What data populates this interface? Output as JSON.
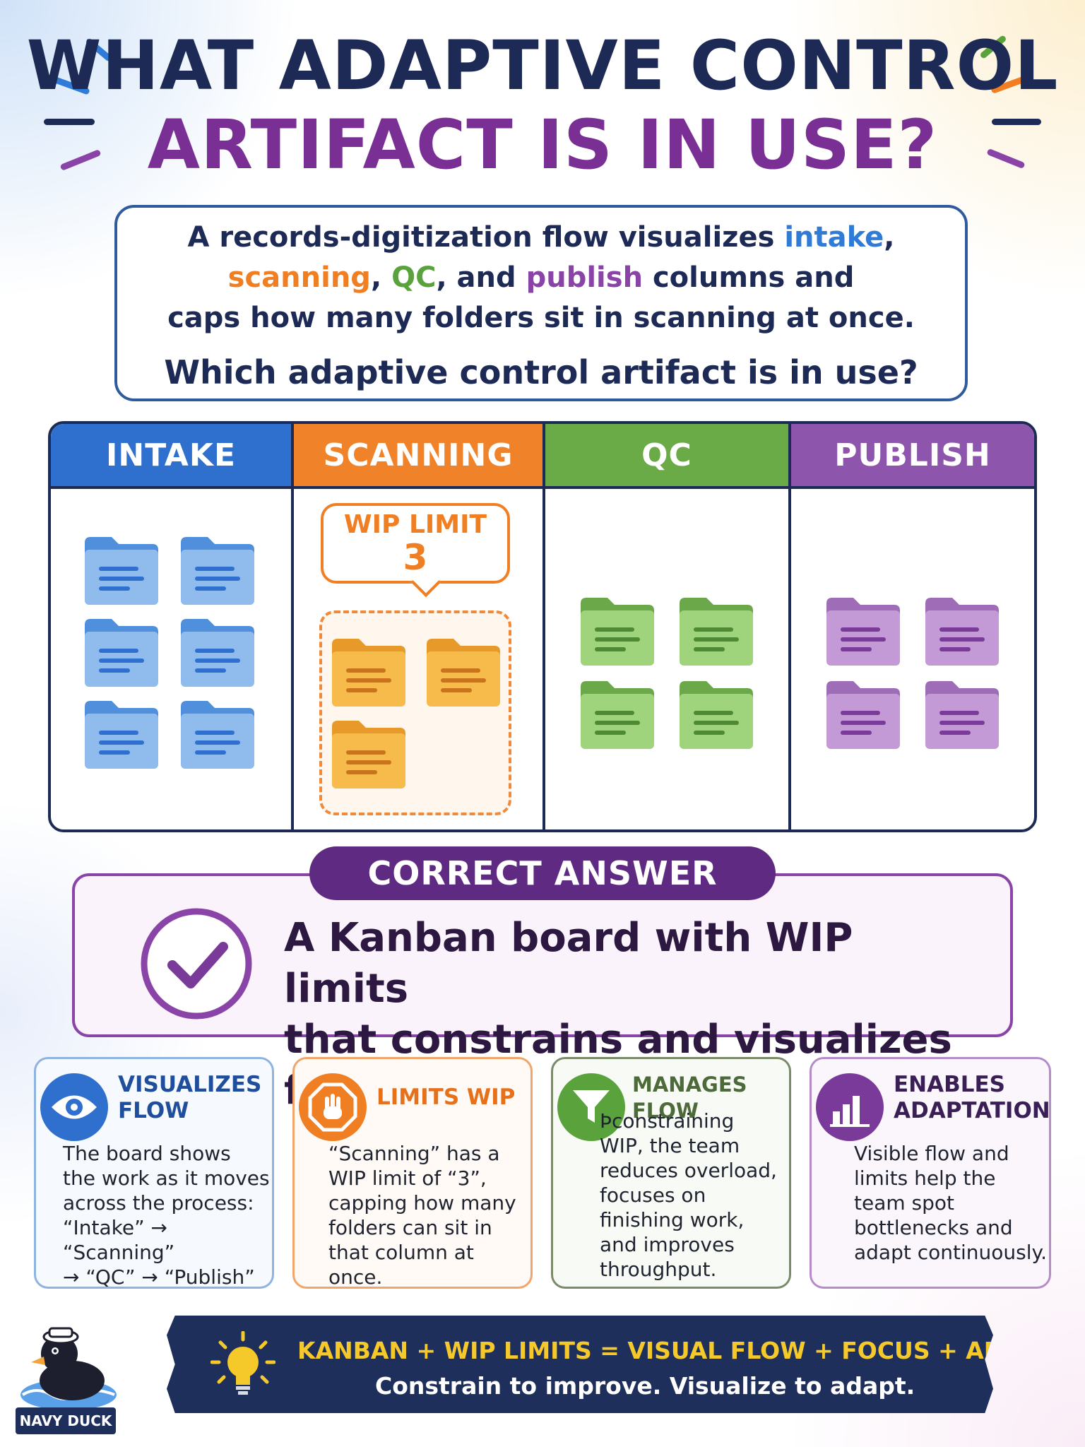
{
  "title": {
    "line1": "WHAT ADAPTIVE CONTROL",
    "line2": "ARTIFACT IS IN USE?"
  },
  "question": {
    "l1_a": "A records-digitization flow visualizes ",
    "l1_b": "intake",
    "l1_c": ",",
    "l2_a": "scanning",
    "l2_b": ", ",
    "l2_c": "QC",
    "l2_d": ", and ",
    "l2_e": "publish",
    "l2_f": " columns and",
    "l3": "caps how many folders sit in scanning at once.",
    "ask": "Which adaptive control artifact is in use?"
  },
  "board": {
    "columns": [
      {
        "label": "INTAKE",
        "folders": 6
      },
      {
        "label": "SCANNING",
        "folders": 3
      },
      {
        "label": "QC",
        "folders": 4
      },
      {
        "label": "PUBLISH",
        "folders": 4
      }
    ],
    "wip": {
      "label": "WIP LIMIT",
      "value": "3"
    }
  },
  "answer": {
    "pill": "CORRECT ANSWER",
    "line1": "A Kanban board with WIP limits",
    "line2": "that constrains and visualizes flow."
  },
  "cards": [
    {
      "title1": "VISUALIZES",
      "title2": "FLOW",
      "icon": "eye-icon",
      "body": [
        "The board shows",
        "the work as it moves",
        "across the process:",
        "“Intake” → “Scanning”",
        "→ “QC” → “Publish”"
      ]
    },
    {
      "title1": "LIMITS WIP",
      "title2": "",
      "icon": "stop-hand-icon",
      "body": [
        "“Scanning” has a",
        "WIP limit of “3”,",
        "capping how many",
        "folders can sit in",
        "that column at once."
      ]
    },
    {
      "title1": "MANAGES FLOW",
      "title2": "",
      "icon": "funnel-icon",
      "body": [
        "Þconstraining",
        "WIP, the team",
        "reduces overload,",
        "focuses on",
        "finishing work,",
        "and improves",
        "throughput."
      ]
    },
    {
      "title1": "ENABLES",
      "title2": "ADAPTATION",
      "icon": "bar-chart-icon",
      "body": [
        "Visible flow and",
        "limits help the",
        "team spot",
        "bottlenecks and",
        "adapt continuously."
      ]
    }
  ],
  "banner": {
    "line1": "KANBAN + WIP LIMITS = VISUAL FLOW + FOCUS + ADAPTATION",
    "line2": "Constrain to improve. Visualize to adapt."
  },
  "brand": {
    "name": "NAVY DUCK"
  },
  "colors": {
    "navy": "#1d2a55",
    "blue": "#2f7bd6",
    "orange": "#f07f24",
    "green": "#5aa33c",
    "purple": "#8a44a8",
    "dark_purple": "#5e2a82"
  }
}
